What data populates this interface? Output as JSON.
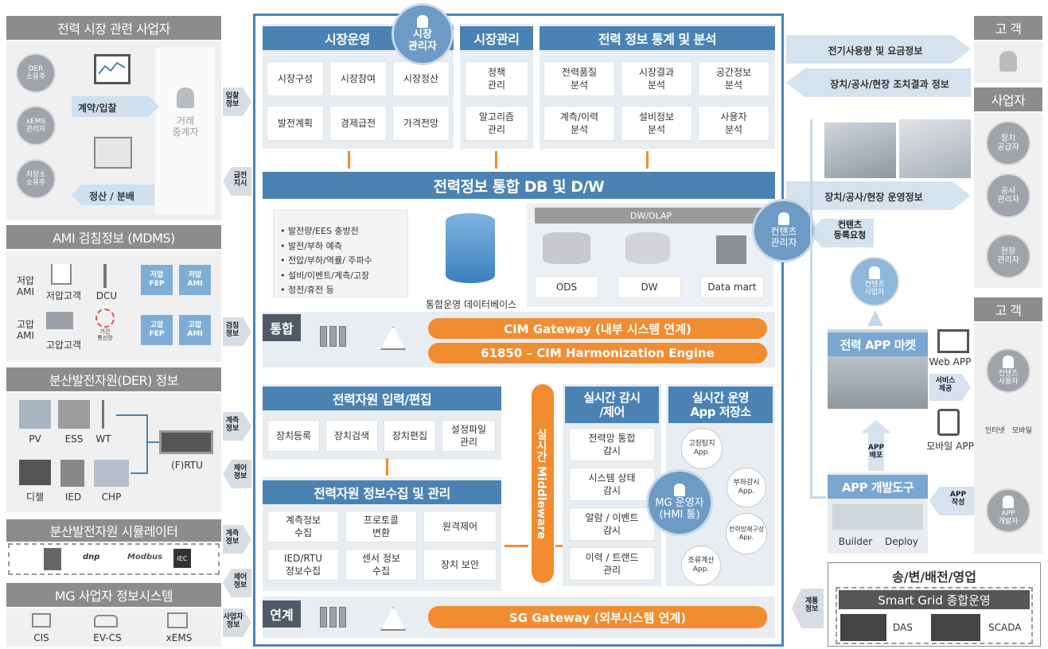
{
  "left": {
    "market_title": "전력 시장 관련 사업자",
    "der_owner": "DER\n소유주",
    "xems_mgr": "xEMS\n관리자",
    "storage_owner": "저장소\n소유주",
    "contract": "계약/입찰",
    "settle": "정산 / 분배",
    "broker": "거래\n중계자",
    "ami_title": "AMI 검침정보 (MDMS)",
    "low_ami": "저압\nAMI",
    "low_cust": "저압고객",
    "dcu": "DCU",
    "low_fep": "저압\nFEP",
    "low_ami_box": "저압\nAMI",
    "high_ami": "고압\nAMI",
    "high_cust": "고압고객",
    "comm": "기간\n통신망",
    "high_fep": "고압\nFEP",
    "high_ami_box": "고압\nAMI",
    "der_title": "분산발전자원(DER) 정보",
    "pv": "PV",
    "ess": "ESS",
    "wt": "WT",
    "rtu": "(F)RTU",
    "diesel": "디젤",
    "ied": "IED",
    "chp": "CHP",
    "sim_title": "분산발전자원 시뮬레이터",
    "sim_dnp": "dnp",
    "sim_modbus": "Modbus",
    "sim_iec": "IEC",
    "mg_title": "MG 사업자 정보시스템",
    "cis": "CIS",
    "evcs": "EV-CS",
    "xems": "xEMS"
  },
  "side_labels": [
    "입찰\n정보",
    "급전\n지시",
    "검침\n정보",
    "계측\n정보",
    "제어\n정보",
    "계측\n정보",
    "제어\n정보",
    "사업자\n정보"
  ],
  "center": {
    "market_admin": "시장\n관리자",
    "market_ops": "시장운영",
    "market_mgmt": "시장관리",
    "stats": "전력 정보 통계 및 분석",
    "ops_items": [
      "시장구성",
      "시장참여",
      "시장정산",
      "발전계획",
      "경제급전",
      "가격전망"
    ],
    "mgmt_items": [
      "정책\n관리",
      "알고리즘\n관리"
    ],
    "stats_items": [
      "전력품질\n분석",
      "시장결과\n분석",
      "공간정보\n분석",
      "계측/이력\n분석",
      "설비정보\n분석",
      "사용자\n분석"
    ],
    "db_title": "전력정보 통합 DB 및 D/W",
    "db_list": [
      "발전량/EES 충방전",
      "발전/부하 예측",
      "전압/부하/역률/ 주파수",
      "설비/이벤트/계측/고장",
      "정전/휴전 등"
    ],
    "db_caption": "통합운영 데이터베이스",
    "dw_title": "DW/OLAP",
    "ods": "ODS",
    "dw": "DW",
    "datamart": "Data mart",
    "integ": "통합",
    "cim_gw": "CIM Gateway (내부 시스템 연계)",
    "cim_he": "61850 – CIM Harmonization Engine",
    "res_input": "전력자원 입력/편집",
    "res_input_items": [
      "장치등록",
      "장치검색",
      "장치편집",
      "설정파일\n관리"
    ],
    "res_collect": "전력자원 정보수집 및 관리",
    "res_collect_items": [
      "계측정보\n수집",
      "프로토콜\n변환",
      "원격제어",
      "IED/RTU\n정보수집",
      "센서 정보\n수집",
      "장치 보안"
    ],
    "middleware": "실시간 Middleware",
    "rt_mon": "실시간 감시\n/제어",
    "rt_mon_items": [
      "전력망 통합\n감시",
      "시스템 상태\n감시",
      "알람 / 이벤트\n감시",
      "이력 / 트랜드\n관리"
    ],
    "rt_app": "실시간 운영\nApp 저장소",
    "apps": [
      "고장탐지\nApp.",
      "부하감시\nApp.",
      "전력망재구성\nApp.",
      "조류계산\nApp."
    ],
    "mg_op": "MG 운영자\n(HMI 툴)",
    "link": "연계",
    "sg_gw": "SG Gateway (외부시스템 연계)"
  },
  "right": {
    "usage": "전기사용량 및 요금정보",
    "action": "장치/공사/현장 조치결과 정보",
    "ops_info": "장치/공사/현장 운영정보",
    "content_req": "컨텐츠\n등록요청",
    "content_admin": "컨텐츠\n관리자",
    "content_biz": "컨텐츠\n사업자",
    "app_market": "전력 APP 마켓",
    "web_app": "Web APP",
    "mobile_app": "모바일 APP",
    "service": "서비스\n제공",
    "app_deploy": "APP\n배포",
    "app_dev": "APP 개발도구",
    "builder": "Builder",
    "deploy": "Deploy",
    "app_write": "APP\n작성",
    "customer1": "고 객",
    "biz": "사업자",
    "supplier": "장치\n공급자",
    "construct": "공사\n관리자",
    "site": "현장\n관리자",
    "customer2": "고 객",
    "content_user": "컨텐츠\n사용자",
    "internet": "인터넷",
    "mobile": "모바일",
    "app_dev_person": "APP\n개발자",
    "tdo_title": "송/변/배전/영업",
    "sg_ops": "Smart Grid 종합운영",
    "das": "DAS",
    "scada": "SCADA",
    "link_info": "계통\n정보"
  }
}
